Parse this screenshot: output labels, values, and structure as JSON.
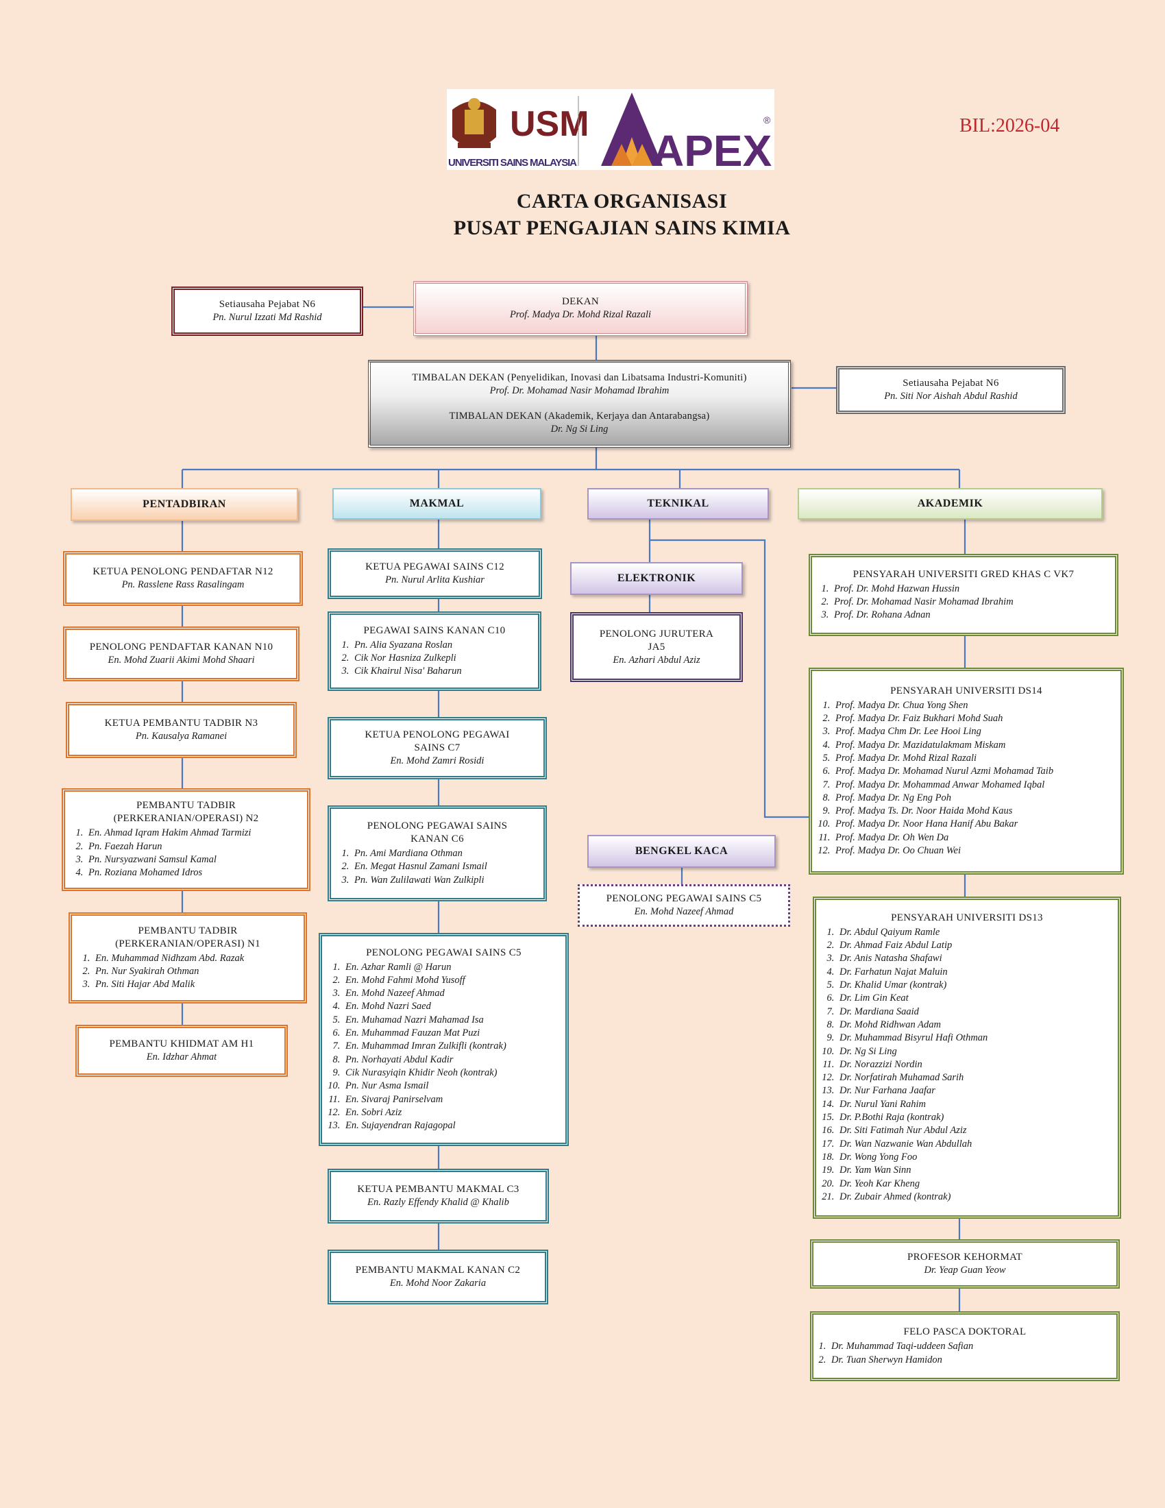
{
  "header": {
    "logo_usm_text": "USM",
    "logo_university": "UNIVERSITI SAINS MALAYSIA",
    "logo_apex_text": "APEX",
    "bil": "BIL:2026-04",
    "title_line1": "CARTA ORGANISASI",
    "title_line2": "PUSAT PENGAJIAN SAINS KIMIA"
  },
  "dekan": {
    "title": "DEKAN",
    "name": "Prof. Madya Dr. Mohd Rizal Razali"
  },
  "sec_dekan": {
    "title": "Setiausaha Pejabat N6",
    "name": "Pn. Nurul Izzati Md Rashid"
  },
  "timbalan": {
    "title1": "TIMBALAN DEKAN (Penyelidikan, Inovasi dan Libatsama Industri-Komuniti)",
    "name1": "Prof. Dr. Mohamad Nasir Mohamad Ibrahim",
    "title2": "TIMBALAN  DEKAN (Akademik, Kerjaya dan Antarabangsa)",
    "name2": "Dr. Ng Si Ling"
  },
  "sec_timbalan": {
    "title": "Setiausaha Pejabat N6",
    "name": "Pn. Siti Nor Aishah Abdul Rashid"
  },
  "sections": {
    "pentadbiran": "PENTADBIRAN",
    "makmal": "MAKMAL",
    "teknikal": "TEKNIKAL",
    "akademik": "AKADEMIK",
    "elektronik": "ELEKTRONIK",
    "bengkel": "BENGKEL KACA"
  },
  "pentadbiran": {
    "b1": {
      "title": "KETUA PENOLONG PENDAFTAR N12",
      "name": "Pn. Rasslene Rass Rasalingam"
    },
    "b2": {
      "title": "PENOLONG PENDAFTAR KANAN N10",
      "name": "En. Mohd Zuarii Akimi Mohd Shaari"
    },
    "b3": {
      "title": "KETUA PEMBANTU TADBIR N3",
      "name": "Pn. Kausalya Ramanei"
    },
    "b4": {
      "title": "PEMBANTU TADBIR\n(PERKERANIAN/OPERASI)  N2",
      "items": [
        "En. Ahmad Iqram Hakim Ahmad Tarmizi",
        "Pn. Faezah Harun",
        "Pn. Nursyazwani Samsul Kamal",
        "Pn. Roziana Mohamed Idros"
      ]
    },
    "b5": {
      "title": "PEMBANTU TADBIR\n(PERKERANIAN/OPERASI) N1",
      "items": [
        "En. Muhammad Nidhzam Abd. Razak",
        "Pn. Nur Syakirah Othman",
        "Pn. Siti Hajar Abd Malik"
      ]
    },
    "b6": {
      "title": "PEMBANTU KHIDMAT AM H1",
      "name": "En. Idzhar Ahmat"
    }
  },
  "makmal": {
    "b1": {
      "title": "KETUA PEGAWAI SAINS C12",
      "name": "Pn. Nurul Arlita Kushiar"
    },
    "b2": {
      "title": "PEGAWAI SAINS KANAN C10",
      "items": [
        "Pn. Alia Syazana Roslan",
        "Cik Nor Hasniza Zulkepli",
        "Cik Khairul Nisa' Baharun"
      ]
    },
    "b3": {
      "title": "KETUA PENOLONG PEGAWAI\nSAINS  C7",
      "name": "En. Mohd Zamri Rosidi"
    },
    "b4": {
      "title": "PENOLONG PEGAWAI SAINS\nKANAN C6",
      "items": [
        "Pn. Ami Mardiana Othman",
        "En. Megat Hasnul Zamani Ismail",
        "Pn. Wan Zulilawati Wan Zulkipli"
      ]
    },
    "b5": {
      "title": "PENOLONG PEGAWAI SAINS C5",
      "items": [
        "En. Azhar Ramli @ Harun",
        "En. Mohd Fahmi Mohd Yusoff",
        "En. Mohd Nazeef Ahmad",
        "En. Mohd Nazri Saed",
        "En. Muhamad Nazri Mahamad Isa",
        "En. Muhammad Fauzan Mat Puzi",
        "En. Muhammad Imran Zulkifli (kontrak)",
        "Pn. Norhayati Abdul Kadir",
        "Cik Nurasyiqin Khidir Neoh (kontrak)",
        "Pn. Nur Asma Ismail",
        "En. Sivaraj Panirselvam",
        "En. Sobri Aziz",
        "En. Sujayendran Rajagopal"
      ]
    },
    "b6": {
      "title": "KETUA PEMBANTU MAKMAL C3",
      "name": "En. Razly Effendy Khalid @ Khalib"
    },
    "b7": {
      "title": "PEMBANTU MAKMAL KANAN C2",
      "name": "En. Mohd Noor Zakaria"
    }
  },
  "teknikal": {
    "b1": {
      "title": "PENOLONG JURUTERA\nJA5",
      "name": "En. Azhari Abdul Aziz"
    },
    "b2": {
      "title": "PENOLONG PEGAWAI SAINS C5",
      "name": "En. Mohd Nazeef Ahmad"
    }
  },
  "akademik": {
    "b1": {
      "title": "PENSYARAH UNIVERSITI GRED KHAS C VK7",
      "items": [
        "Prof. Dr. Mohd Hazwan Hussin",
        "Prof. Dr. Mohamad Nasir Mohamad Ibrahim",
        "Prof. Dr. Rohana Adnan"
      ]
    },
    "b2": {
      "title": "PENSYARAH UNIVERSITI DS14",
      "items": [
        "Prof. Madya Dr. Chua Yong Shen",
        "Prof. Madya Dr. Faiz Bukhari Mohd Suah",
        "Prof. Madya Chm Dr. Lee Hooi Ling",
        "Prof. Madya Dr. Mazidatulakmam Miskam",
        "Prof. Madya Dr. Mohd Rizal Razali",
        "Prof. Madya Dr. Mohamad Nurul Azmi Mohamad Taib",
        "Prof. Madya Dr. Mohammad Anwar Mohamed Iqbal",
        "Prof. Madya Dr. Ng Eng Poh",
        "Prof. Madya Ts. Dr. Noor Haida Mohd Kaus",
        "Prof. Madya Dr. Noor Hana Hanif Abu Bakar",
        "Prof. Madya Dr. Oh Wen Da",
        "Prof. Madya Dr. Oo Chuan Wei"
      ]
    },
    "b3": {
      "title": "PENSYARAH UNIVERSITI DS13",
      "items": [
        "Dr. Abdul Qaiyum Ramle",
        "Dr. Ahmad Faiz Abdul Latip",
        "Dr. Anis Natasha Shafawi",
        "Dr. Farhatun Najat Maluin",
        "Dr. Khalid Umar (kontrak)",
        "Dr. Lim Gin Keat",
        "Dr. Mardiana Saaid",
        "Dr. Mohd Ridhwan Adam",
        "Dr. Muhammad Bisyrul Hafi Othman",
        "Dr. Ng Si Ling",
        "Dr. Norazzizi Nordin",
        "Dr. Norfatirah Muhamad Sarih",
        "Dr. Nur Farhana Jaafar",
        "Dr. Nurul Yani Rahim",
        "Dr. P.Bothi Raja (kontrak)",
        "Dr. Siti Fatimah Nur Abdul Aziz",
        "Dr. Wan Nazwanie Wan Abdullah",
        "Dr. Wong Yong Foo",
        "Dr. Yam Wan Sinn",
        "Dr. Yeoh Kar Kheng",
        "Dr. Zubair Ahmed (kontrak)"
      ]
    },
    "b4": {
      "title": "PROFESOR KEHORMAT",
      "name": "Dr. Yeap Guan Yeow"
    },
    "b5": {
      "title": "FELO PASCA DOKTORAL",
      "items": [
        "Dr. Muhammad Taqi-uddeen Safian",
        "Dr. Tuan Sherwyn Hamidon"
      ]
    }
  },
  "colors": {
    "background": "#fbe6d6",
    "orange": "#e0742b",
    "teal": "#2e7d8c",
    "purple": "#4b3566",
    "green": "#6c8a35",
    "maroon": "#7a1f24",
    "connector": "#4a78c2",
    "bil": "#c0262d"
  }
}
